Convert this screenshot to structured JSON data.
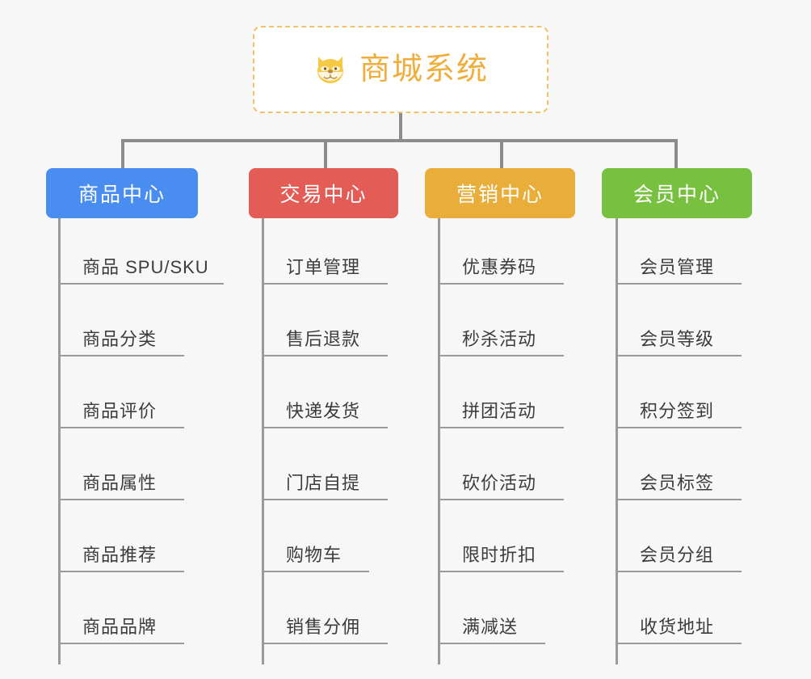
{
  "root": {
    "title": "商城系统",
    "icon": "shiba-dog-emoji",
    "border_color": "#f0c36a",
    "text_color": "#f0ad3c"
  },
  "line_color": "#8c8c8c",
  "background_color": "#f7f7f7",
  "categories": [
    {
      "label": "商品中心",
      "color": "#4a8df0",
      "items": [
        "商品 SPU/SKU",
        "商品分类",
        "商品评价",
        "商品属性",
        "商品推荐",
        "商品品牌"
      ]
    },
    {
      "label": "交易中心",
      "color": "#e35c55",
      "items": [
        "订单管理",
        "售后退款",
        "快递发货",
        "门店自提",
        "购物车",
        "销售分佣"
      ]
    },
    {
      "label": "营销中心",
      "color": "#e9ad3a",
      "items": [
        "优惠券码",
        "秒杀活动",
        "拼团活动",
        "砍价活动",
        "限时折扣",
        "满减送"
      ]
    },
    {
      "label": "会员中心",
      "color": "#78c040",
      "items": [
        "会员管理",
        "会员等级",
        "积分签到",
        "会员标签",
        "会员分组",
        "收货地址"
      ]
    }
  ]
}
